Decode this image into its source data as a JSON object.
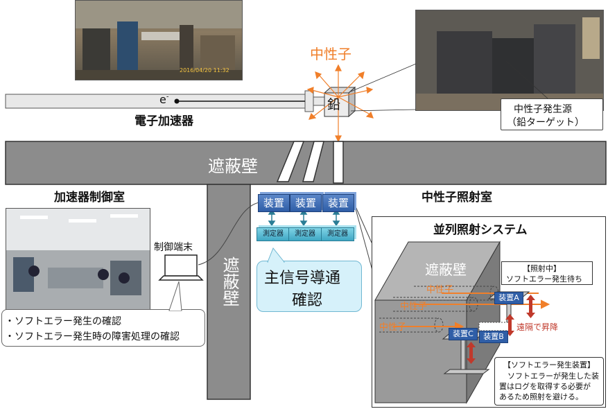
{
  "labels": {
    "neutron_top": "中性子",
    "electron": "e",
    "electron_sup": "-",
    "lead": "鉛",
    "accelerator": "電子加速器",
    "source_line1": "中性子発生源",
    "source_line2": "（鉛ターゲット）",
    "shield_wall_horizontal": "遮蔽壁",
    "control_room": "加速器制御室",
    "irradiation_room": "中性子照射室",
    "control_terminal": "制御端末",
    "shield_wall_vertical": "遮蔽壁",
    "devices": [
      "装置",
      "装置",
      "装置"
    ],
    "meters": [
      "測定器",
      "測定器",
      "測定器"
    ],
    "main_signal_line1": "主信号導通",
    "main_signal_line2": "確認",
    "bullets": [
      "・ソフトエラー発生の確認",
      "・ソフトエラー発生時の障害処理の確認"
    ],
    "parallel_system": "並列照射システム",
    "inner_shield_wall": "遮蔽壁",
    "irradiating_line1": "【照射中】",
    "irradiating_line2": "ソフトエラー発生待ち",
    "neutron_beams": [
      "中性子",
      "中性子",
      "中性子"
    ],
    "device_a": "装置A",
    "device_b": "装置B",
    "device_c": "装置C",
    "remote_lift": "遠隔で昇降",
    "softerror_device_title": "【ソフトエラー発生装置】",
    "softerror_device_body": [
      "ソフトエラーが発生した装",
      "置はログを取得する必要が",
      "あるため照射を避ける。"
    ],
    "photo_timestamp": "2016/04/20 11:32"
  },
  "colors": {
    "neutron": "#f07f2a",
    "shield": "#8c8c8c",
    "device_blue": "#2f5ea7",
    "meter_cyan": "#3fa7c3",
    "callout_cyan": "#d6f1fa",
    "lift_red": "#c0392b"
  }
}
